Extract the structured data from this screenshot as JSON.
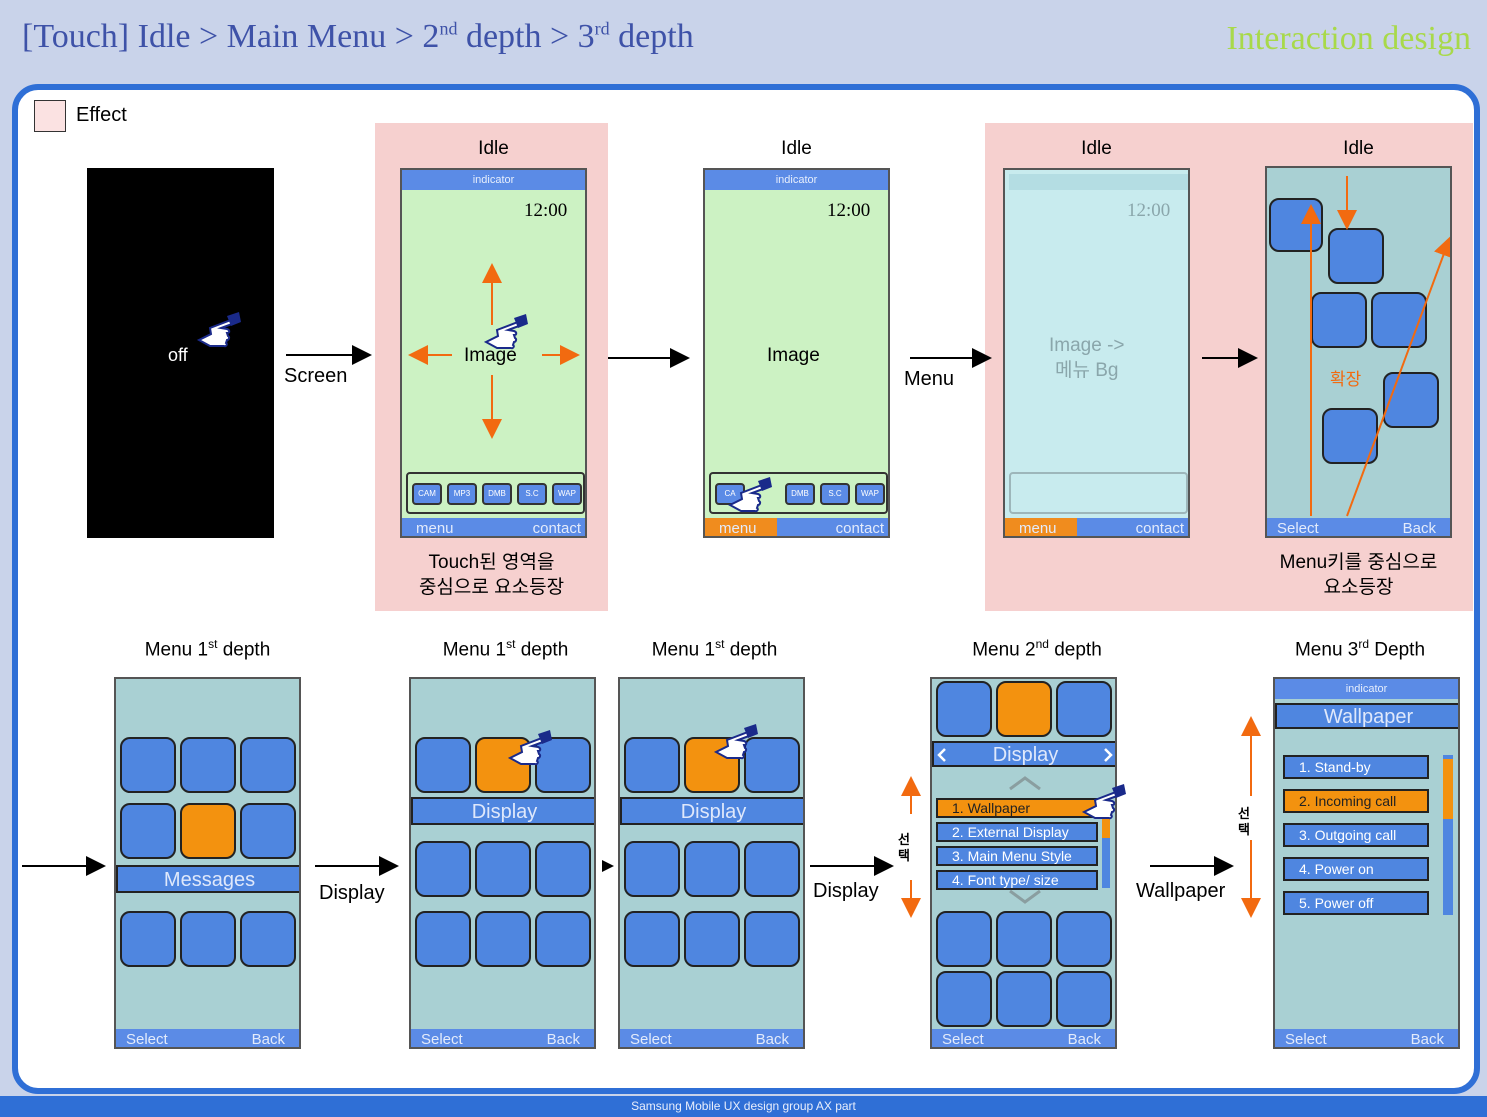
{
  "header": {
    "title_prefix": "[Touch] Idle > Main Menu > 2",
    "title_sup1": "nd",
    "title_mid": " depth > 3",
    "title_sup2": "rd",
    "title_suffix": " depth",
    "subtitle": "Interaction design"
  },
  "legend": {
    "label": "Effect"
  },
  "labels": {
    "idle": "Idle",
    "menu1_prefix": "Menu 1",
    "menu2_prefix": "Menu 2",
    "menu3_prefix": "Menu 3",
    "sup_st": "st",
    "sup_nd": "nd",
    "sup_rd": "rd",
    "depth": " depth",
    "Depth": " Depth"
  },
  "screen": {
    "off": "off",
    "indicator": "indicator",
    "clock": "12:00",
    "image": "Image",
    "image_to_bg_1": "Image ->",
    "image_to_bg_2": "메뉴 Bg",
    "expand": "확장",
    "softkey_menu": "menu",
    "softkey_contact": "contact",
    "softkey_select": "Select",
    "softkey_back": "Back",
    "tray_icons": [
      "CAM",
      "MP3",
      "DMB",
      "S.C",
      "WAP"
    ],
    "tray_icons_mid": [
      "CA",
      "DMB",
      "S.C",
      "WAP"
    ]
  },
  "captions": {
    "touch_1": "Touch된 영역을",
    "touch_2": "중심으로 요소등장",
    "menu_1": "Menu키를 중심으로",
    "menu_2": "요소등장"
  },
  "arrows": {
    "screen": "Screen",
    "menu": "Menu",
    "display": "Display",
    "wallpaper": "Wallpaper",
    "select_kr": "선택"
  },
  "menu": {
    "messages": "Messages",
    "display": "Display",
    "display_items": [
      "1. Wallpaper",
      "2. External Display",
      "3. Main Menu Style",
      "4. Font type/ size"
    ],
    "wallpaper": "Wallpaper",
    "wallpaper_items": [
      "1. Stand-by",
      "2. Incoming call",
      "3. Outgoing call",
      "4. Power on",
      "5. Power off"
    ]
  },
  "footer": {
    "text": "Samsung Mobile UX design group AX part"
  },
  "colors": {
    "accent": "#2f6fd6",
    "orange": "#f08c1e",
    "tile_blue": "#4f86e0",
    "idle_green": "#ccf2c3",
    "menu_teal": "#a9d0d3",
    "effect_pink": "#f6d0cf"
  },
  "icons": [
    "hand-pointer-icon",
    "arrow-right-icon",
    "arrow-up-icon",
    "arrow-down-icon",
    "arrow-left-icon",
    "chevron-up-icon",
    "chevron-down-icon",
    "chevron-left-icon",
    "chevron-right-icon"
  ]
}
